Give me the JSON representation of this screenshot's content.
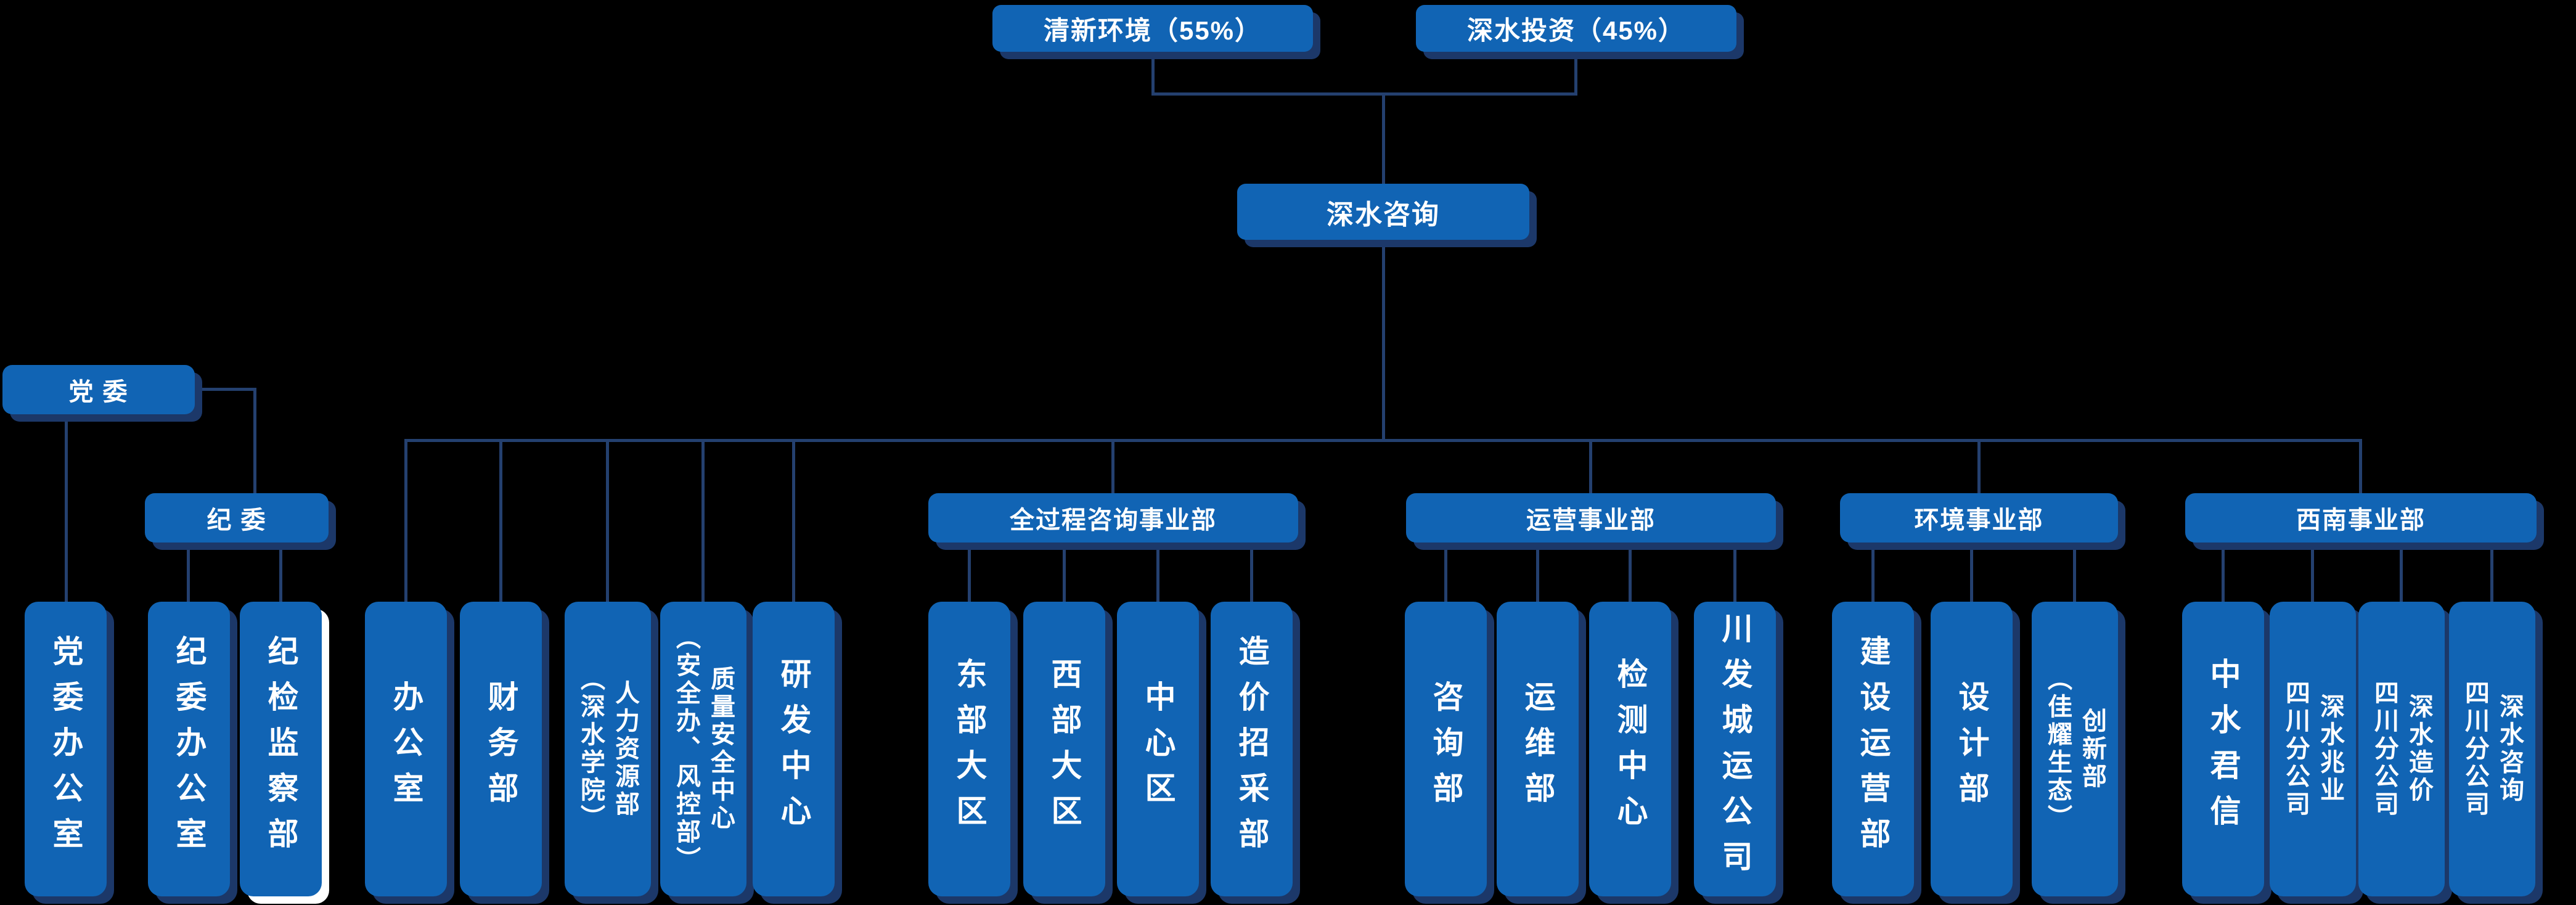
{
  "colors": {
    "background": "#000000",
    "box": "#1164b4",
    "shadow": "#1c3869",
    "line": "#24406f",
    "text": "#ffffff",
    "highlight": "#ffffff"
  },
  "top": {
    "shareholder1": "清新环境（55%）",
    "shareholder2": "深水投资（45%）",
    "company": "深水咨询"
  },
  "party": {
    "committee": "党 委",
    "committee_office": "党委办公室",
    "discipline": "纪 委",
    "discipline_office": "纪委办公室",
    "supervision": "纪检监察部"
  },
  "departments": [
    "办公室",
    "财务部",
    "人力资源部\n（深水学院）",
    "质量安全中心\n（安全办、风控部）",
    "研发中心"
  ],
  "divisions": [
    {
      "label": "全过程咨询事业部",
      "children": [
        "东部大区",
        "西部大区",
        "中心区",
        "造价招采部"
      ]
    },
    {
      "label": "运营事业部",
      "children": [
        "咨询部",
        "运维部",
        "检测中心",
        "川发城运公司"
      ]
    },
    {
      "label": "环境事业部",
      "children": [
        "建设运营部",
        "设计部",
        "创新部\n（佳耀生态）"
      ]
    },
    {
      "label": "西南事业部",
      "children": [
        "中水君信",
        "深水兆业\n四川分公司",
        "深水造价\n四川分公司",
        "深水咨询\n四川分公司"
      ]
    }
  ]
}
